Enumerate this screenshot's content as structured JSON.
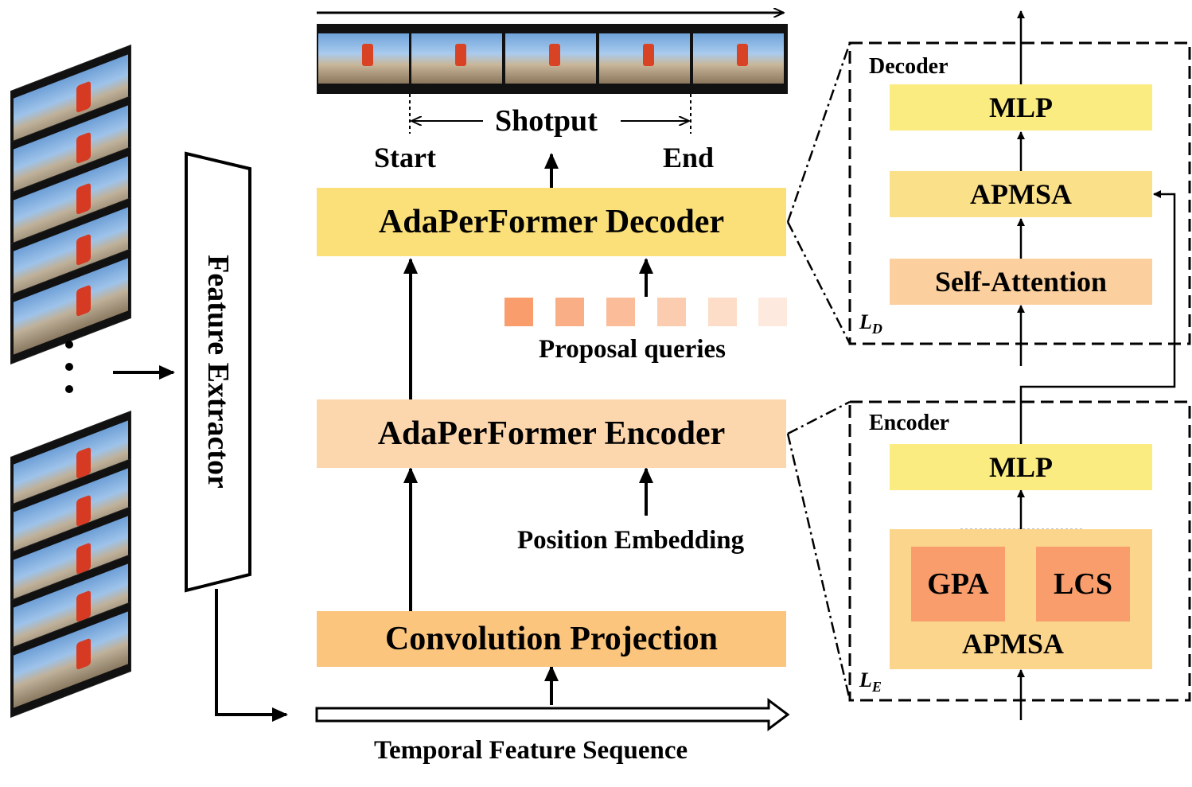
{
  "colors": {
    "decoder_yellow": "#fbe07a",
    "encoder_peach": "#fcd7ae",
    "conv_orange": "#fbc57e",
    "mlp_yellow": "#fbec82",
    "apmsa_yellow": "#fbe08a",
    "self_attention_peach": "#fbd09e",
    "apmsa_block_bg": "#fcd58c",
    "gpa_lcs_orange": "#f99d6d",
    "query_colors": [
      "#f99d6d",
      "#faae85",
      "#fbbd99",
      "#fcccb0",
      "#fdddc8",
      "#fde9dd"
    ]
  },
  "labels": {
    "feature_extractor": "Feature Extractor",
    "shotput": "Shotput",
    "start": "Start",
    "end": "End",
    "decoder_main": "AdaPerFormer Decoder",
    "encoder_main": "AdaPerFormer Encoder",
    "conv_projection": "Convolution Projection",
    "proposal_queries": "Proposal queries",
    "position_embedding": "Position Embedding",
    "temporal_feature_sequence": "Temporal Feature Sequence"
  },
  "decoder_detail": {
    "title": "Decoder",
    "mlp": "MLP",
    "apmsa": "APMSA",
    "self_attention": "Self-Attention",
    "layers_label": "L",
    "layers_sub": "D"
  },
  "encoder_detail": {
    "title": "Encoder",
    "mlp": "MLP",
    "gpa": "GPA",
    "lcs": "LCS",
    "apmsa": "APMSA",
    "layers_label": "L",
    "layers_sub": "E"
  },
  "icons": {
    "ellipsis": "vertical-ellipsis-icon",
    "video_frames": "video-frame-icon",
    "filmstrip": "filmstrip-icon"
  }
}
